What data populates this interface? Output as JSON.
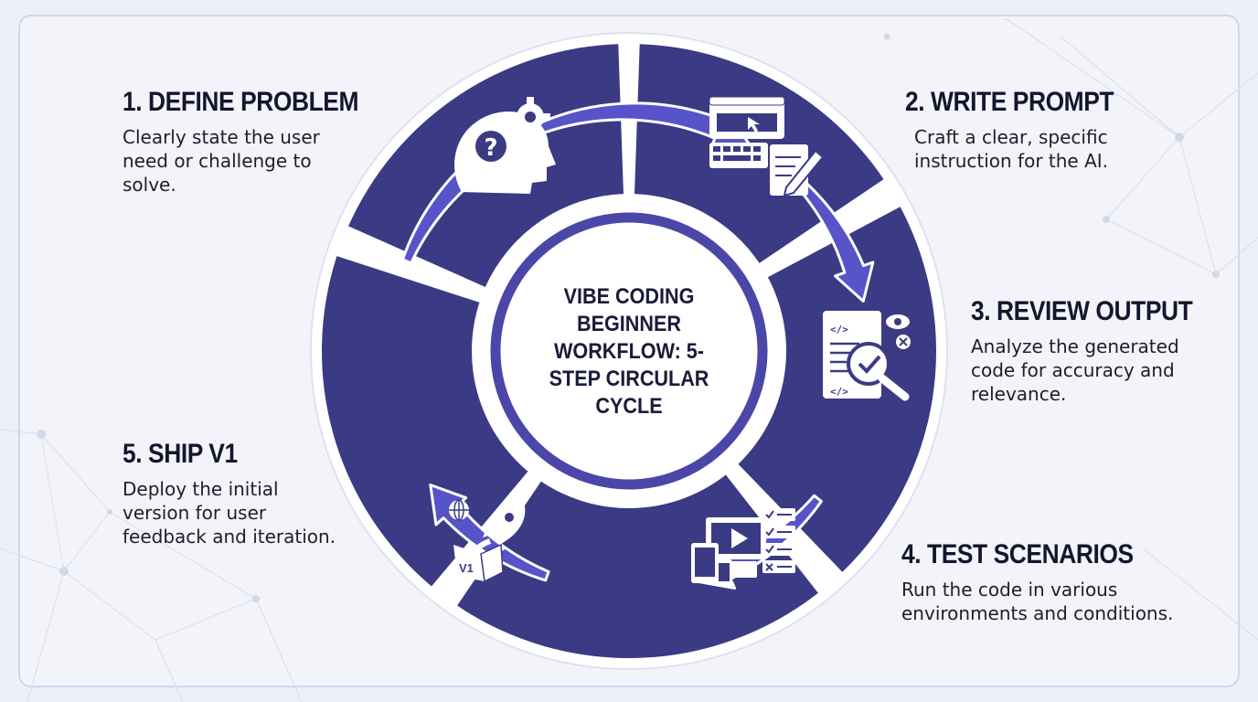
{
  "center": {
    "title": "VIBE CODING BEGINNER WORKFLOW: 5-STEP CIRCULAR CYCLE"
  },
  "steps": [
    {
      "title": "1. DEFINE PROBLEM",
      "description": "Clearly state the user\nneed or challenge to\nsolve.",
      "icon": "head-question-gears-icon"
    },
    {
      "title": "2. WRITE PROMPT",
      "description": "Craft a clear, specific\ninstruction for the AI.",
      "icon": "browser-keyboard-notepad-icon"
    },
    {
      "title": "3. REVIEW OUTPUT",
      "description": "Analyze the generated\ncode for accuracy and\nrelevance.",
      "icon": "code-magnifier-check-icon"
    },
    {
      "title": "4. TEST SCENARIOS",
      "description": "Run the code in various\nenvironments and conditions.",
      "icon": "devices-checklist-icon"
    },
    {
      "title": "5. SHIP V1",
      "description": "Deploy the initial\nversion for user\nfeedback and iteration.",
      "icon": "rocket-box-icon"
    }
  ],
  "icon_labels": {
    "box": "V1"
  },
  "colors": {
    "ring": "#3b3a84",
    "arrow": "#5753c9",
    "arrow_light": "#8c87e6",
    "inner_ring": "#4a47a8",
    "background": "#f3f4fa"
  }
}
